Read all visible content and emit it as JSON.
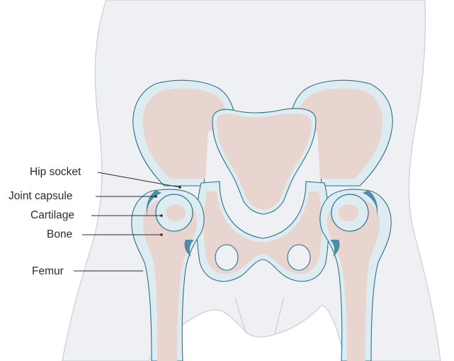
{
  "colors": {
    "body_fill": "#eef0f3",
    "body_outline": "#c9ced6",
    "bone_fill": "#e8d5cf",
    "bone_outline": "#2e6f88",
    "cartilage_fill": "#dcecf1",
    "capsule_fill": "#4f8aa6",
    "label_text": "#2b2b2b"
  },
  "labels": {
    "hip_socket": "Hip socket",
    "joint_capsule": "Joint capsule",
    "cartilage": "Cartilage",
    "bone": "Bone",
    "femur": "Femur"
  }
}
